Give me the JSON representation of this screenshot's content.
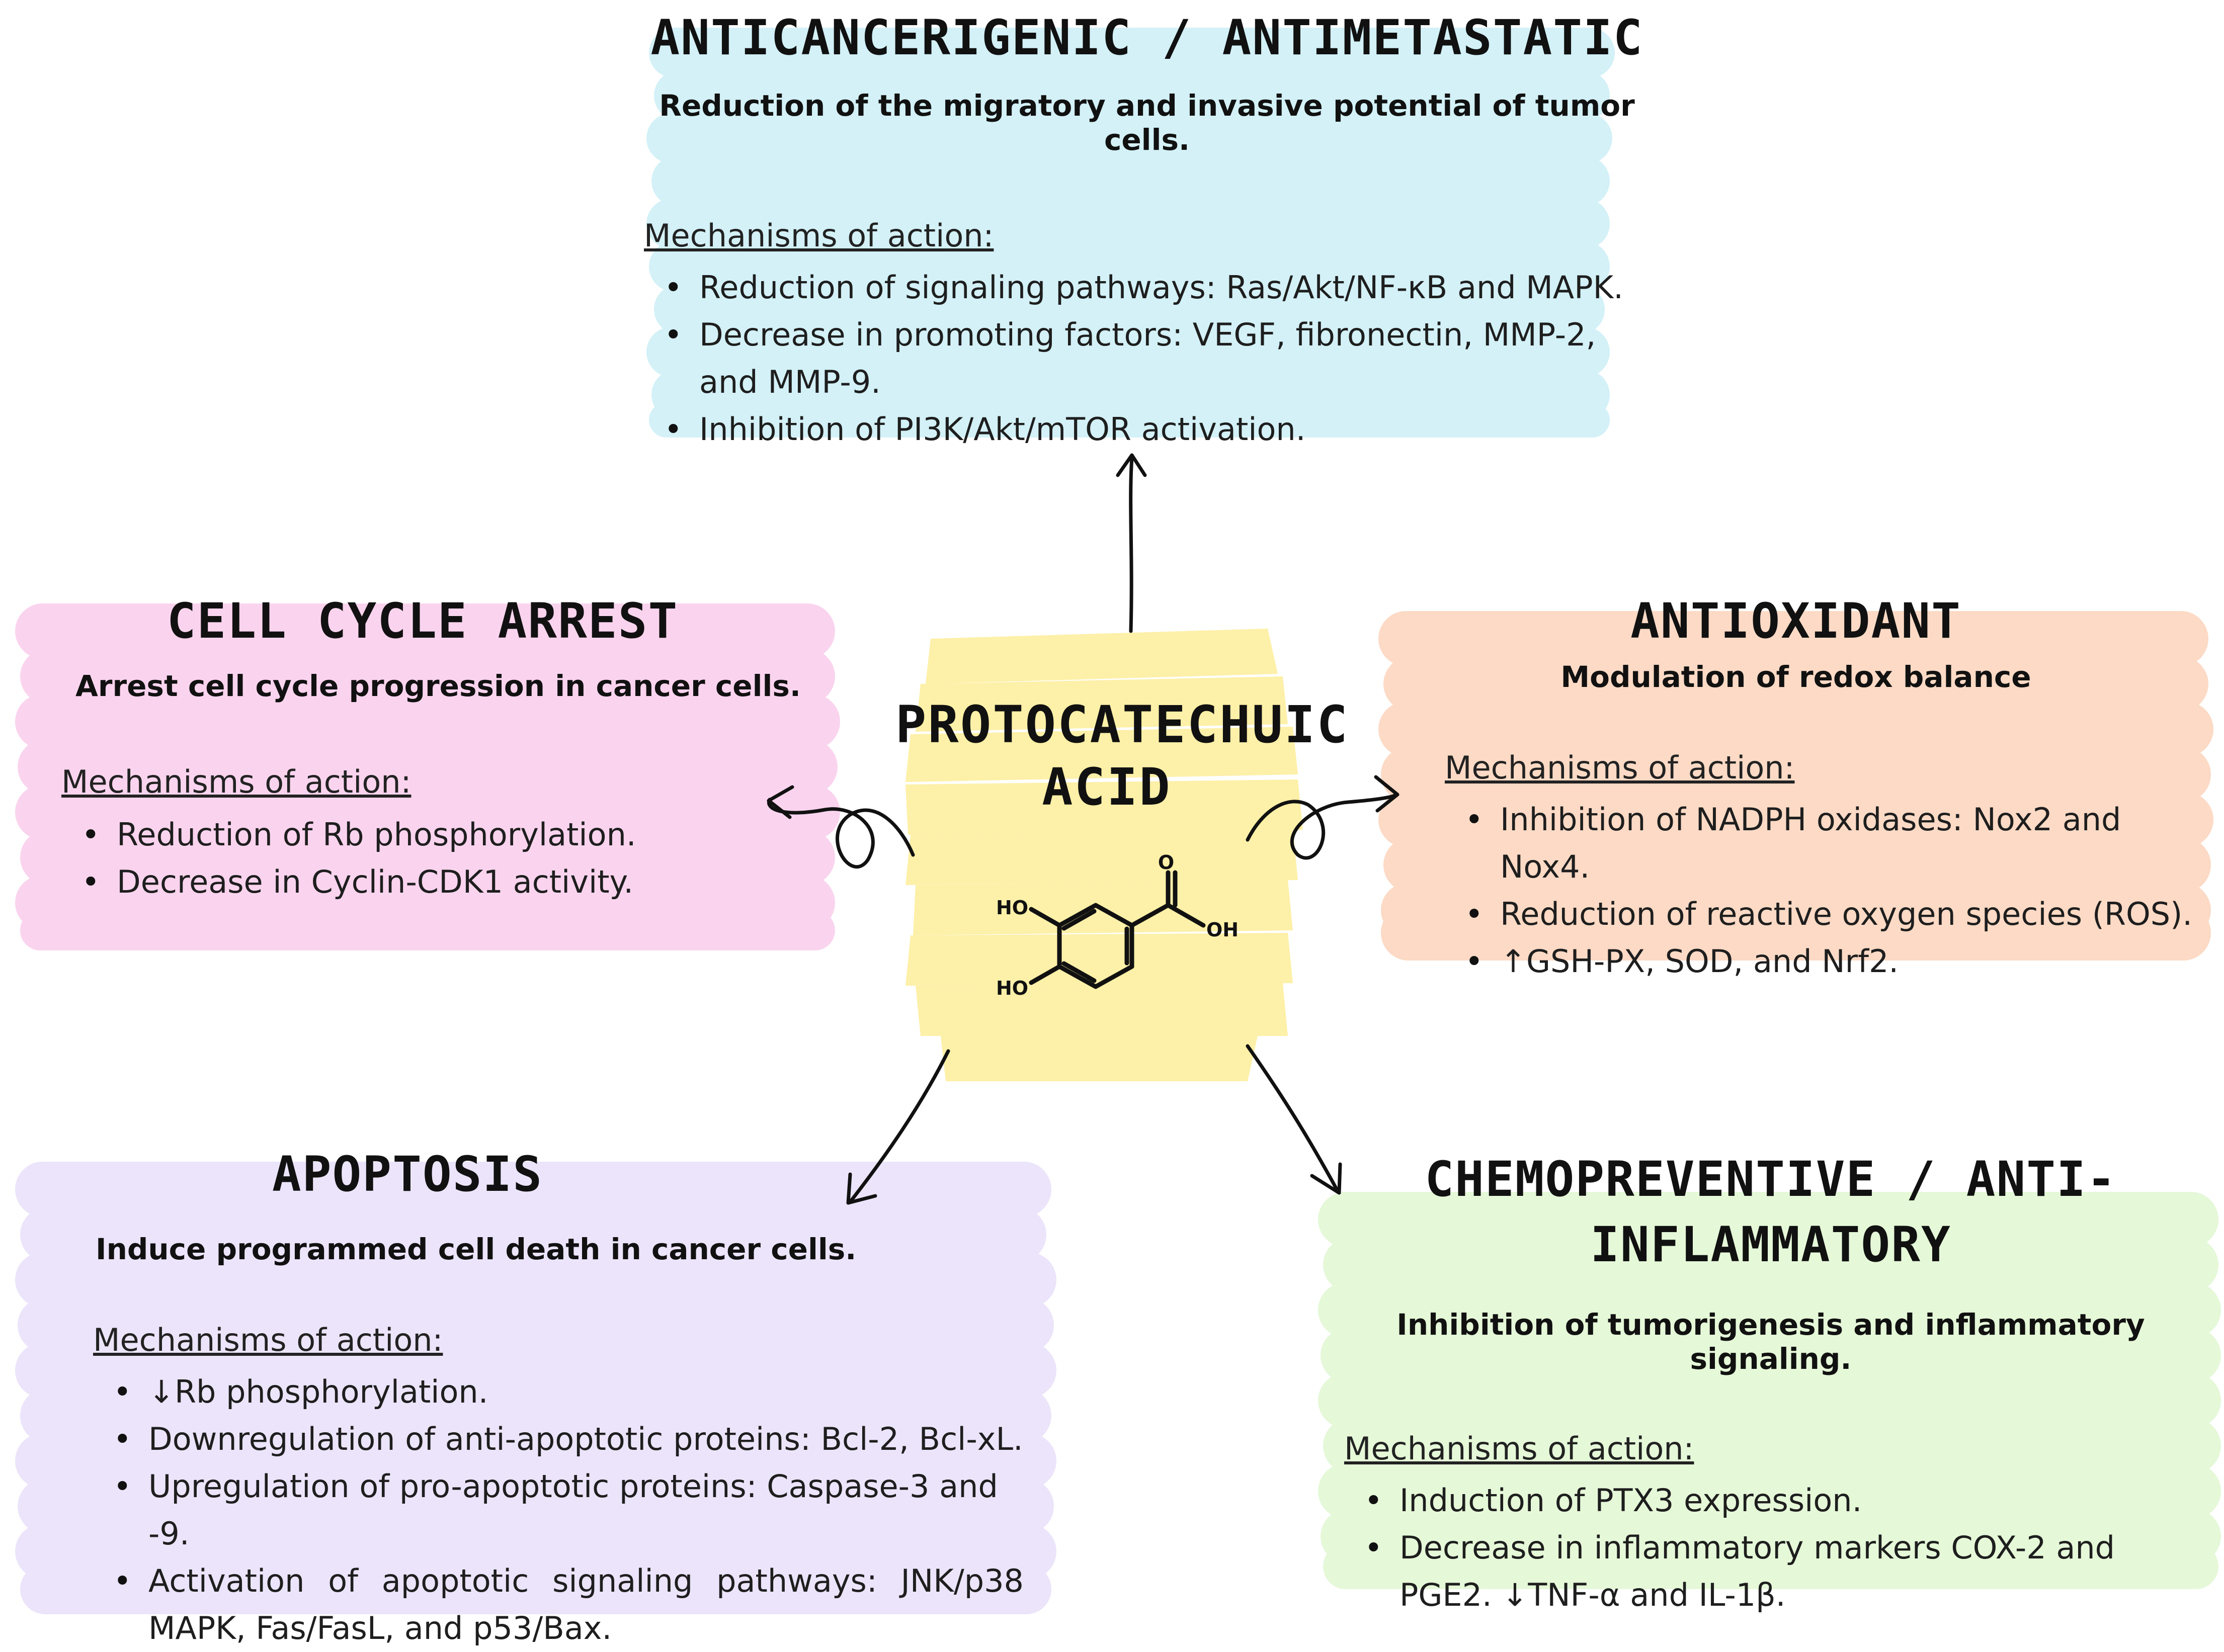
{
  "center": {
    "title_line1": "PROTOCATECHUIC",
    "title_line2": "ACID",
    "molecule": {
      "oh_top": "HO",
      "oh_bottom": "HO",
      "acid_o": "O",
      "acid_oh": "OH"
    }
  },
  "sections": {
    "top": {
      "title": "ANTICANCERIGENIC / ANTIMETASTATIC",
      "lead": "Reduction of the migratory and invasive potential of tumor cells.",
      "mech_label": "Mechanisms of action:",
      "items": [
        "Reduction of signaling pathways: Ras/Akt/NF-κB and MAPK.",
        "Decrease in promoting factors: VEGF, fibronectin, MMP-2, and MMP-9.",
        "Inhibition of PI3K/Akt/mTOR activation."
      ]
    },
    "left": {
      "title": "CELL CYCLE ARREST",
      "lead": "Arrest cell cycle progression in cancer cells.",
      "mech_label": "Mechanisms of action:",
      "items": [
        "Reduction of Rb phosphorylation.",
        "Decrease in Cyclin-CDK1 activity."
      ]
    },
    "right": {
      "title": "ANTIOXIDANT",
      "lead": "Modulation of redox balance",
      "mech_label": "Mechanisms of action:",
      "items": [
        "Inhibition of NADPH oxidases: Nox2 and Nox4.",
        "Reduction of reactive oxygen species (ROS).",
        "↑GSH-PX, SOD, and Nrf2."
      ]
    },
    "bottom_left": {
      "title": "APOPTOSIS",
      "lead": "Induce programmed cell death in cancer cells.",
      "mech_label": "Mechanisms of action:",
      "items": [
        "↓Rb phosphorylation.",
        "Downregulation of anti-apoptotic proteins: Bcl-2, Bcl-xL.",
        "Upregulation of pro-apoptotic proteins: Caspase-3 and -9.",
        "Activation of apoptotic signaling pathways: JNK/p38 MAPK, Fas/FasL, and p53/Bax."
      ]
    },
    "bottom_right": {
      "title": "CHEMOPREVENTIVE / ANTI-INFLAMMATORY",
      "lead": "Inhibition of tumorigenesis and inflammatory signaling.",
      "mech_label": "Mechanisms of action:",
      "items": [
        "Induction of PTX3 expression.",
        "Decrease in inflammatory markers COX-2 and PGE2. ↓TNF-α and IL-1β."
      ]
    }
  },
  "colors": {
    "top": "#d3f1f7",
    "left": "#fad4ee",
    "right": "#fcdac5",
    "bottom_left": "#ece4fa",
    "bottom_right": "#e5f8d8",
    "center": "#fdf0a8",
    "text": "#1a1a1a"
  }
}
